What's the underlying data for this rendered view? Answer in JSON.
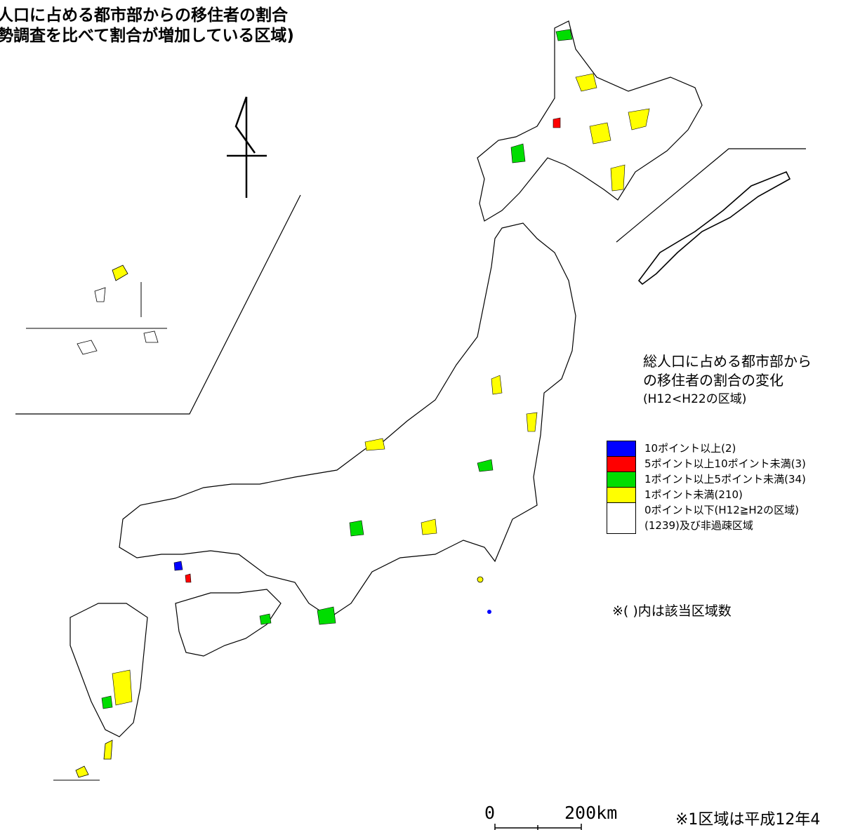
{
  "title": {
    "line1": "人口に占める都市部からの移住者の割合",
    "line2": "勢調査を比べて割合が増加している区域)"
  },
  "legend": {
    "heading_line1": "総人口に占める都市部から",
    "heading_line2": "の移住者の割合の変化",
    "heading_line3": "(H12<H22の区域)",
    "items": [
      {
        "label": "10ポイント以上(2)",
        "color": "#0000ff"
      },
      {
        "label": "5ポイント以上10ポイント未満(3)",
        "color": "#ff0000"
      },
      {
        "label": "1ポイント以上5ポイント未満(34)",
        "color": "#00dd00"
      },
      {
        "label": "1ポイント未満(210)",
        "color": "#ffff00"
      },
      {
        "label": "0ポイント以下(H12≧H2の区域)",
        "label2": "(1239)及び非過疎区域",
        "color": "#ffffff"
      }
    ]
  },
  "note": "※( )内は該当区域数",
  "scale": {
    "zero": "0",
    "distance": "200km"
  },
  "footnote": "※1区域は平成12年4"
}
